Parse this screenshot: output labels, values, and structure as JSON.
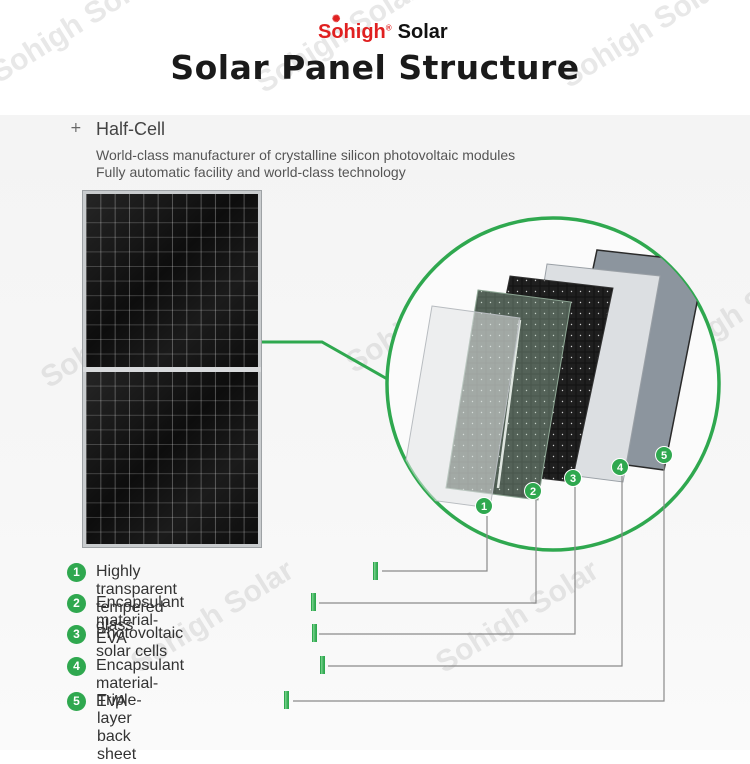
{
  "brand": {
    "name_red": "Sohigh",
    "name_black": "Solar",
    "registered": "®"
  },
  "title": "Solar Panel Structure",
  "subtitle": "Half-Cell",
  "description": [
    "World-class manufacturer of crystalline silicon photovoltaic modules",
    "Fully automatic facility and world-class technology"
  ],
  "watermark": "Sohigh Solar",
  "layers": [
    {
      "number": "1",
      "label": "Highly transparent tempered glass"
    },
    {
      "number": "2",
      "label": "Encapsulant material-EVA"
    },
    {
      "number": "3",
      "label": "Photovoltaic solar cells"
    },
    {
      "number": "4",
      "label": "Encapsulant material-EVA"
    },
    {
      "number": "5",
      "label": "Triple-layer back sheet"
    }
  ],
  "colors": {
    "accent_green": "#2fa84f",
    "brand_red": "#e02020",
    "title": "#1a1a1a"
  }
}
